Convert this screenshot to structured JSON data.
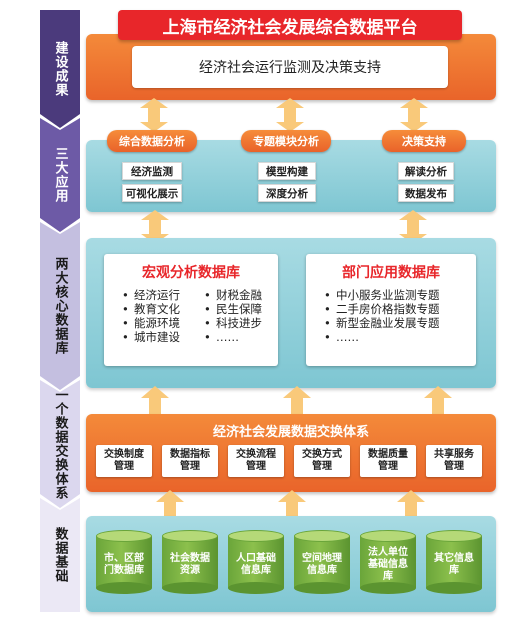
{
  "title": "上海市经济社会发展综合数据平台",
  "sidebar": [
    {
      "label": "建设成果",
      "bg": "#4b3a7c",
      "color": "#ffffff"
    },
    {
      "label": "三大应用",
      "bg": "#6d5aa6",
      "color": "#ffffff"
    },
    {
      "label": "两大核心数据库",
      "bg": "#c4bfe0",
      "color": "#1a1a1a"
    },
    {
      "label": "一个数据交换体系",
      "bg": "#dbd7ee",
      "color": "#1a1a1a"
    },
    {
      "label": "数据基础",
      "bg": "#ebe8f5",
      "color": "#1a1a1a"
    }
  ],
  "top_layer": {
    "main_box": "经济社会运行监测及决策支持"
  },
  "applications": [
    {
      "title": "综合数据分析",
      "items": [
        "经济监测",
        "可视化展示"
      ]
    },
    {
      "title": "专题模块分析",
      "items": [
        "模型构建",
        "深度分析"
      ]
    },
    {
      "title": "决策支持",
      "items": [
        "解读分析",
        "数据发布"
      ]
    }
  ],
  "databases": [
    {
      "title": "宏观分析数据库",
      "col1": [
        "经济运行",
        "教育文化",
        "能源环境",
        "城市建设"
      ],
      "col2": [
        "财税金融",
        "民生保障",
        "科技进步",
        "……"
      ]
    },
    {
      "title": "部门应用数据库",
      "col1": [
        "中小服务业监测专题",
        "二手房价格指数专题",
        "新型金融业发展专题",
        "……"
      ],
      "col2": []
    }
  ],
  "exchange": {
    "title": "经济社会发展数据交换体系",
    "items": [
      "交换制度\n管理",
      "数据指标\n管理",
      "交换流程\n管理",
      "交换方式\n管理",
      "数据质量\n管理",
      "共享服务\n管理"
    ]
  },
  "foundation": {
    "items": [
      "市、区部\n门数据库",
      "社会数据\n资源",
      "人口基础\n信息库",
      "空间地理\n信息库",
      "法人单位\n基础信息\n库",
      "其它信息\n库"
    ]
  },
  "colors": {
    "title_red": "#e8262a",
    "orange": "#ee7030",
    "teal": "#8fcfd9",
    "arrow": "#f9c97a",
    "cylinder": "#7bb440"
  }
}
